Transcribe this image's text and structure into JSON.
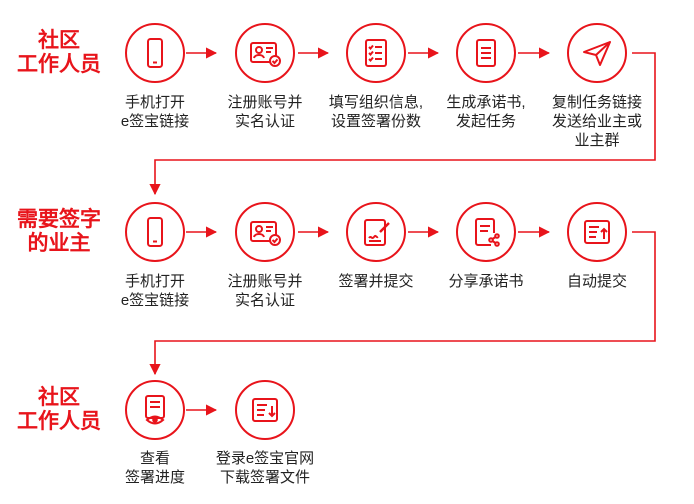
{
  "colors": {
    "accent": "#e8141b",
    "text": "#222222"
  },
  "rows": [
    {
      "role": [
        "社区",
        "工作人员"
      ],
      "steps": [
        {
          "icon": "phone-icon",
          "lines": [
            "手机打开",
            "e签宝链接"
          ]
        },
        {
          "icon": "id-card-icon",
          "lines": [
            "注册账号并",
            "实名认证"
          ]
        },
        {
          "icon": "checklist-icon",
          "lines": [
            "填写组织信息,",
            "设置签署份数"
          ]
        },
        {
          "icon": "document-icon",
          "lines": [
            "生成承诺书,",
            "发起任务"
          ]
        },
        {
          "icon": "paper-plane-icon",
          "lines": [
            "复制任务链接",
            "发送给业主或",
            "业主群"
          ]
        }
      ]
    },
    {
      "role": [
        "需要签字",
        "的业主"
      ],
      "steps": [
        {
          "icon": "phone-icon",
          "lines": [
            "手机打开",
            "e签宝链接"
          ]
        },
        {
          "icon": "id-card-icon",
          "lines": [
            "注册账号并",
            "实名认证"
          ]
        },
        {
          "icon": "signature-icon",
          "lines": [
            "签署并提交"
          ]
        },
        {
          "icon": "share-document-icon",
          "lines": [
            "分享承诺书"
          ]
        },
        {
          "icon": "submit-icon",
          "lines": [
            "自动提交"
          ]
        }
      ]
    },
    {
      "role": [
        "社区",
        "工作人员"
      ],
      "steps": [
        {
          "icon": "view-document-icon",
          "lines": [
            "查看",
            "签署进度"
          ]
        },
        {
          "icon": "download-icon",
          "lines": [
            "登录e签宝官网",
            "下载签署文件"
          ]
        }
      ]
    }
  ]
}
